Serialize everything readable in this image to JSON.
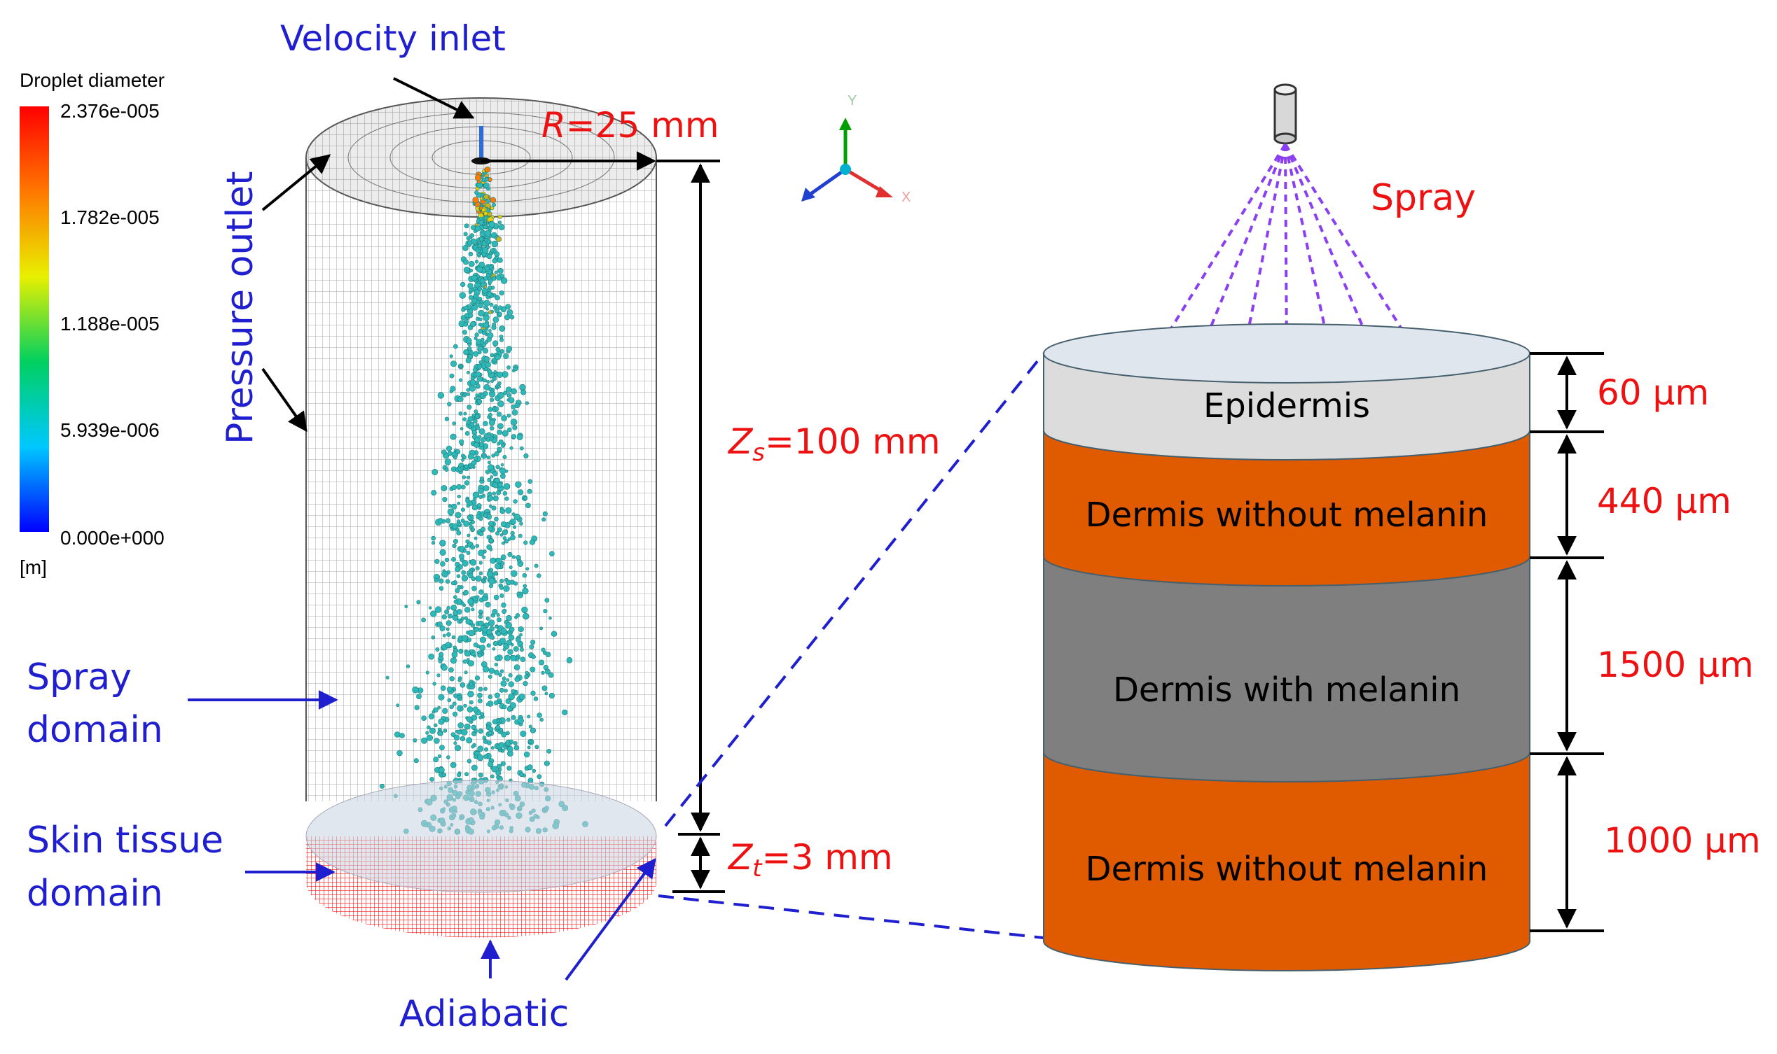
{
  "colorbar": {
    "title": "Droplet diameter",
    "ticks": [
      "2.376e-005",
      "1.782e-005",
      "1.188e-005",
      "5.939e-006",
      "0.000e+000"
    ],
    "unit": "[m]",
    "colormap": [
      "#0000ff",
      "#00c8ff",
      "#00d060",
      "#e8f000",
      "#ff7800",
      "#ff0000"
    ]
  },
  "left_diagram": {
    "velocity_inlet": "Velocity inlet",
    "pressure_outlet": "Pressure outlet",
    "radius_sym": "R",
    "radius_val": "=25 mm",
    "zs_sym": "Z",
    "zs_sub": "s",
    "zs_val": "=100 mm",
    "zt_sym": "Z",
    "zt_sub": "t",
    "zt_val": "=3 mm",
    "spray_domain_1": "Spray",
    "spray_domain_2": "domain",
    "skin_domain_1": "Skin tissue",
    "skin_domain_2": "domain",
    "adiabatic": "Adiabatic",
    "axis_y": "Y",
    "axis_x": "X",
    "droplet_color": "#2fb8b8",
    "mesh_tissue_color": "#ff2020"
  },
  "right_diagram": {
    "spray": "Spray",
    "layers": [
      {
        "name": "Epidermis",
        "thickness": "60 μm",
        "color": "#dcdcdc"
      },
      {
        "name": "Dermis without melanin",
        "thickness": "440 μm",
        "color": "#e05a00"
      },
      {
        "name": "Dermis with melanin",
        "thickness": "1500 μm",
        "color": "#7f7f7f"
      },
      {
        "name": "Dermis without melanin",
        "thickness": "1000 μm",
        "color": "#e05a00"
      }
    ]
  }
}
